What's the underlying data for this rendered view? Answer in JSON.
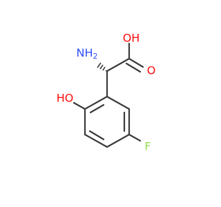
{
  "molecule": {
    "atoms": {
      "nh2": {
        "text": "NH2",
        "main": "N",
        "h": "H",
        "sub": "2",
        "color": "#3050f8"
      },
      "oh_top": {
        "text": "OH",
        "color": "#ff0d0d"
      },
      "o_carbonyl": {
        "text": "O",
        "color": "#ff0d0d"
      },
      "ho": {
        "text": "HO",
        "color": "#ff0d0d"
      },
      "f": {
        "text": "F",
        "color": "#90e050"
      }
    },
    "bond_color": "#3a3a3a"
  }
}
